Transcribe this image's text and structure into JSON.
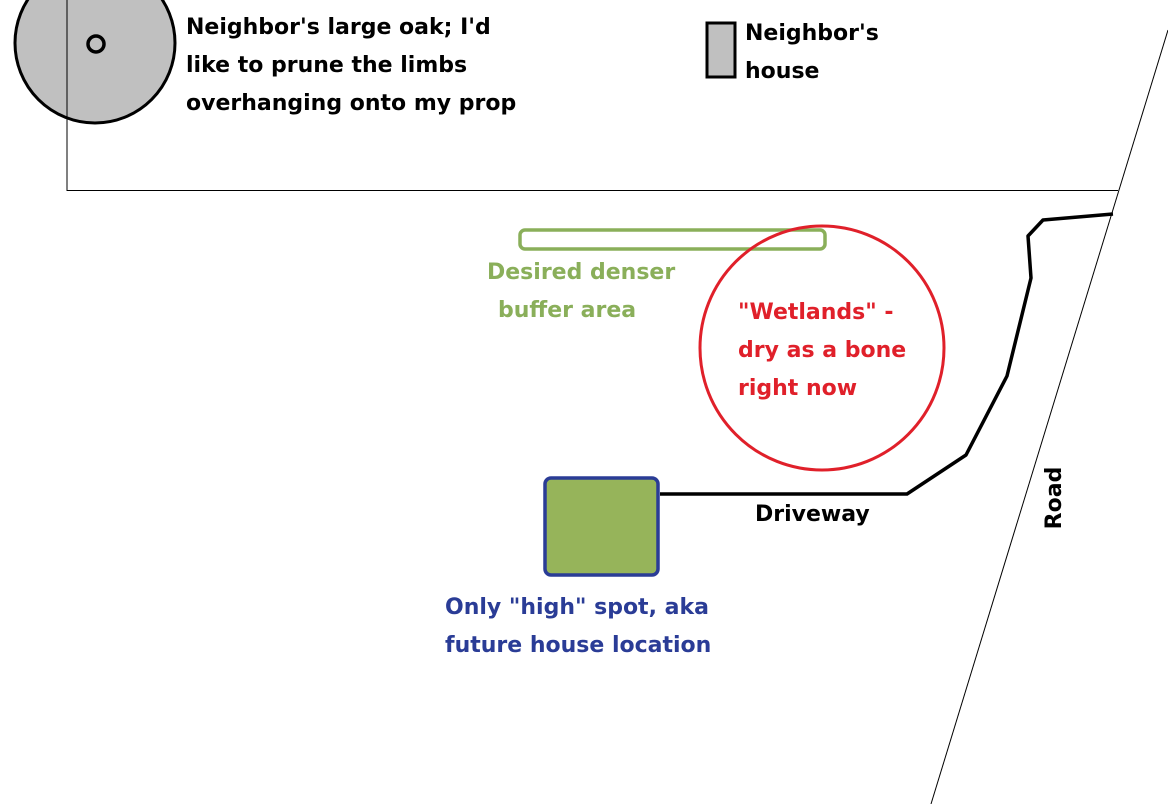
{
  "labels": {
    "oak": {
      "line1": "Neighbor's large oak; I'd",
      "line2": "like to prune the limbs",
      "line3": "overhanging onto my prop"
    },
    "neighbor_house": {
      "line1": "Neighbor's",
      "line2": "house"
    },
    "buffer": {
      "line1": "Desired denser",
      "line2": "buffer area"
    },
    "wetlands": {
      "line1": "\"Wetlands\" -",
      "line2": "dry as a bone",
      "line3": "right now"
    },
    "driveway": "Driveway",
    "road": "Road",
    "high_spot": {
      "line1": "Only \"high\" spot, aka",
      "line2": "future house location"
    }
  },
  "colors": {
    "oak_fill": "#c0c0c0",
    "house_fill": "#c0c0c0",
    "buffer": "#8aaf5a",
    "wetlands": "#e0202a",
    "high_spot_fill": "#96b45a",
    "high_spot_border": "#2a3c96",
    "lines": "#000000"
  }
}
